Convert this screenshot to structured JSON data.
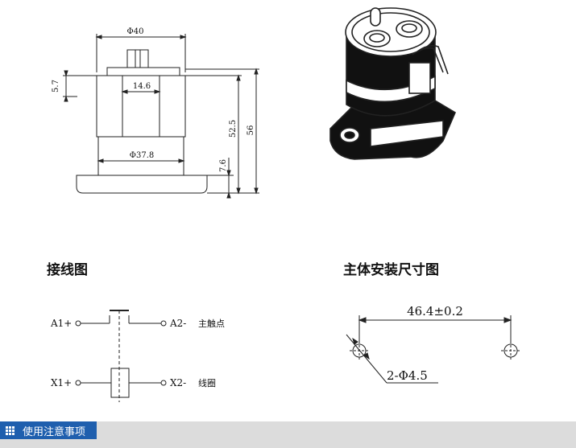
{
  "dimension_drawing": {
    "dim_top_width": "Φ40",
    "dim_inner_width": "14.6",
    "dim_left_height": "5.7",
    "dim_body_height": "52.5",
    "dim_total_height": "56",
    "dim_base_height": "7.6",
    "dim_body_diameter": "Φ37.8"
  },
  "wiring": {
    "title": "接线图",
    "a1": "A1+",
    "a2": "A2-",
    "main_contact": "主触点",
    "x1": "X1+",
    "x2": "X2-",
    "coil": "线圈"
  },
  "mounting": {
    "title": "主体安装尺寸图",
    "spacing": "46.4±0.2",
    "holes": "2-Φ4.5"
  },
  "footer": {
    "tab_label": "使用注意事项",
    "accent_color": "#1f5fae"
  }
}
